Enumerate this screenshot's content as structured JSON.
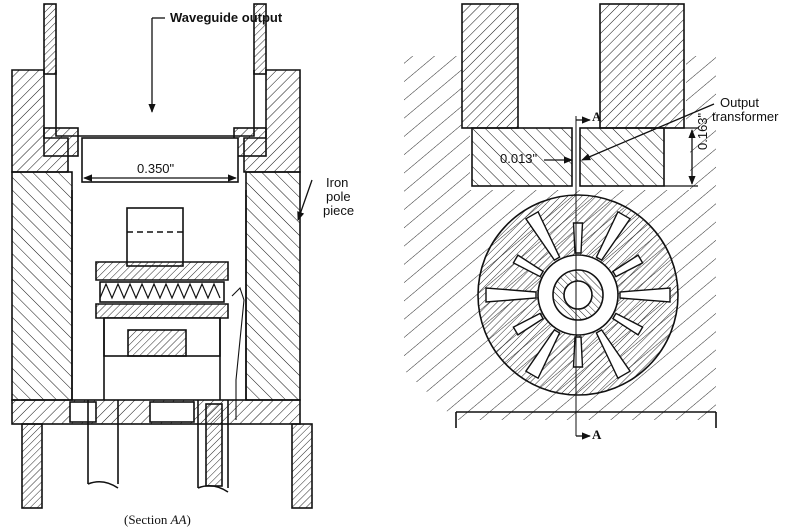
{
  "left_view": {
    "waveguide_label": "Waveguide output",
    "dimension_label": "0.350\"",
    "pole_piece_label_line1": "Iron",
    "pole_piece_label_line2": "pole",
    "pole_piece_label_line3": "piece",
    "section_label_open": "(Section ",
    "section_label_ital": "AA",
    "section_label_close": ")"
  },
  "right_view": {
    "transformer_label_line1": "Output",
    "transformer_label_line2": "transformer",
    "gap_label": "0.013\"",
    "height_label": "0.163\"",
    "section_marker": "A",
    "vane_count": 12
  },
  "colors": {
    "ink": "#111111",
    "background": "#ffffff"
  }
}
